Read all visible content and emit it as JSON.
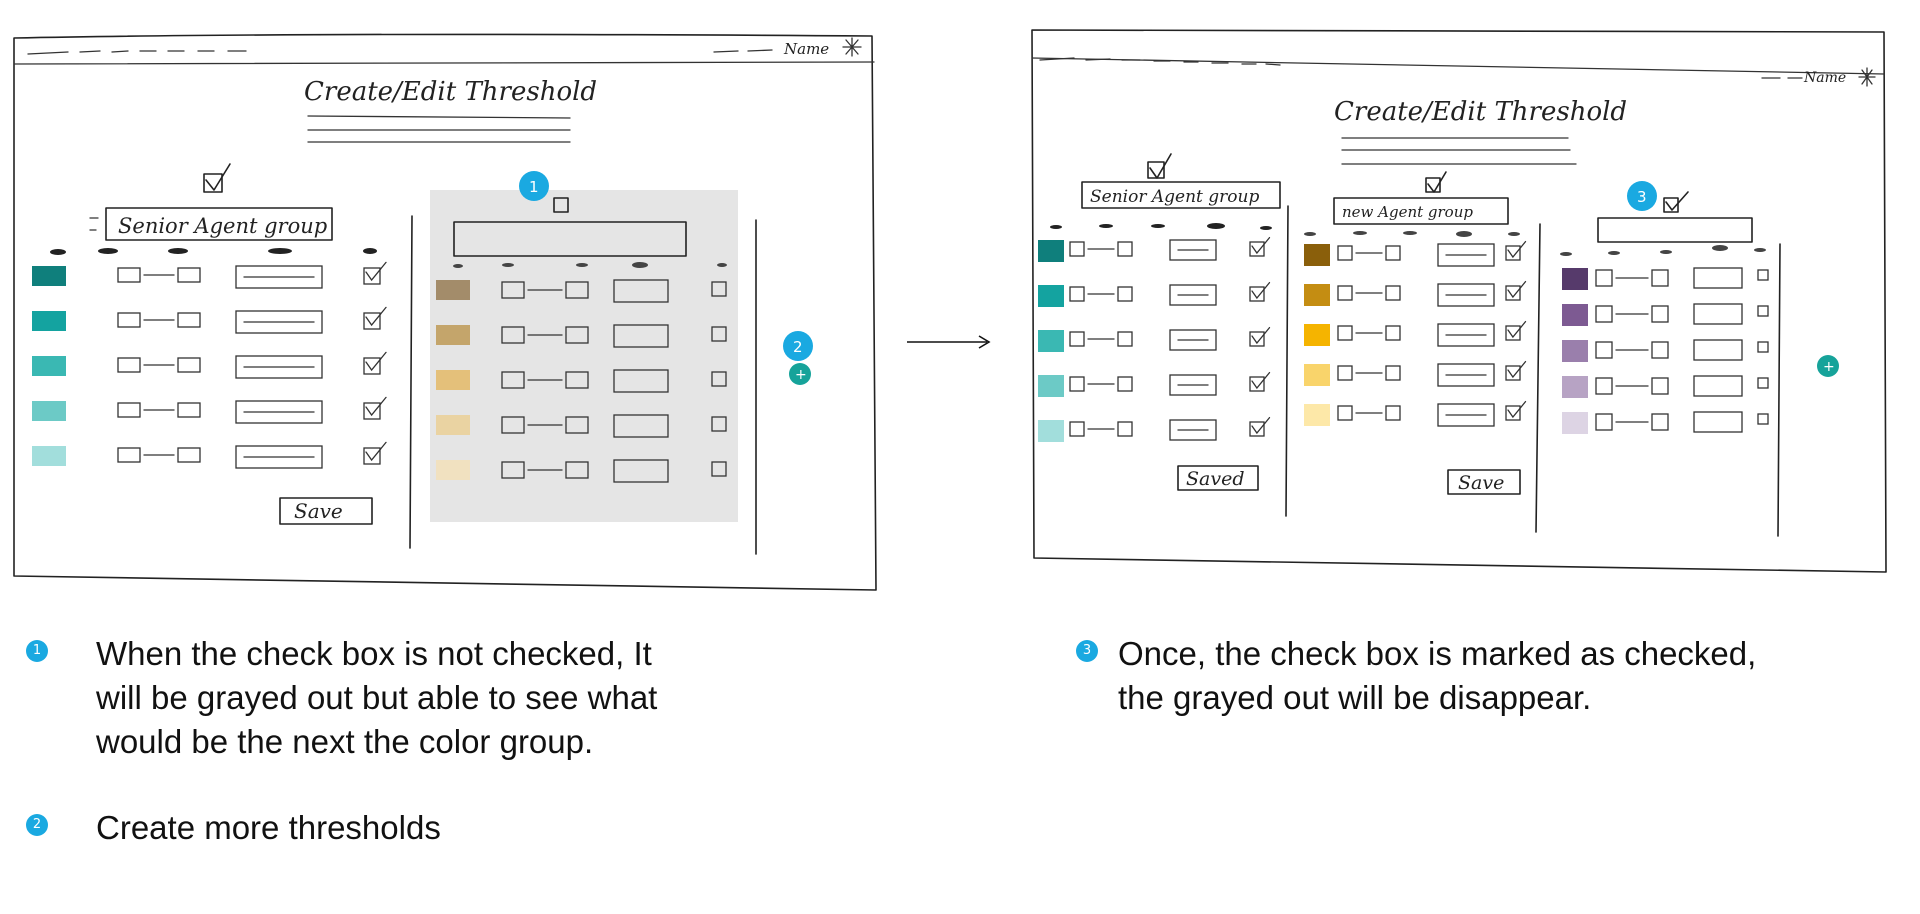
{
  "sketch_left": {
    "name_label": "Name",
    "title": "Create/Edit Threshold",
    "group_label": "Senior Agent group",
    "save_label": "Save",
    "badge_1": "1",
    "badge_2": "2",
    "plus_symbol": "+",
    "swatches_teal": [
      "#0f7f7c",
      "#14a3a0",
      "#3ab8b3",
      "#6ccac6",
      "#a2dedc"
    ],
    "swatches_gold": [
      "#a38c6a",
      "#c4a56b",
      "#e4c07a",
      "#ead3a2",
      "#f1e1c0"
    ],
    "grayed_panel_color": "#e5e5e5"
  },
  "sketch_right": {
    "name_label": "Name",
    "title": "Create/Edit Threshold",
    "group1_label": "Senior Agent group",
    "group2_label": "new Agent group",
    "save1_label": "Saved",
    "save2_label": "Save",
    "badge_3": "3",
    "plus_symbol": "+",
    "swatches_teal": [
      "#0f7f7c",
      "#14a3a0",
      "#3ab8b3",
      "#6ccac6",
      "#a2dedc"
    ],
    "swatches_gold": [
      "#8a5f0b",
      "#c48d12",
      "#f5b400",
      "#f9d46b",
      "#fde8a8"
    ],
    "swatches_purple": [
      "#563a6b",
      "#7d5a92",
      "#9a7fac",
      "#b7a3c4",
      "#ddd4e4"
    ]
  },
  "notes": [
    {
      "number": "1",
      "text_lines": [
        "When the check box is not checked, It",
        "will be grayed out but able to see what",
        "would be the next the color group."
      ]
    },
    {
      "number": "2",
      "text_lines": [
        "Create more thresholds"
      ]
    },
    {
      "number": "3",
      "text_lines": [
        "Once, the check box is marked as checked,",
        "the grayed out will be disappear."
      ]
    }
  ]
}
